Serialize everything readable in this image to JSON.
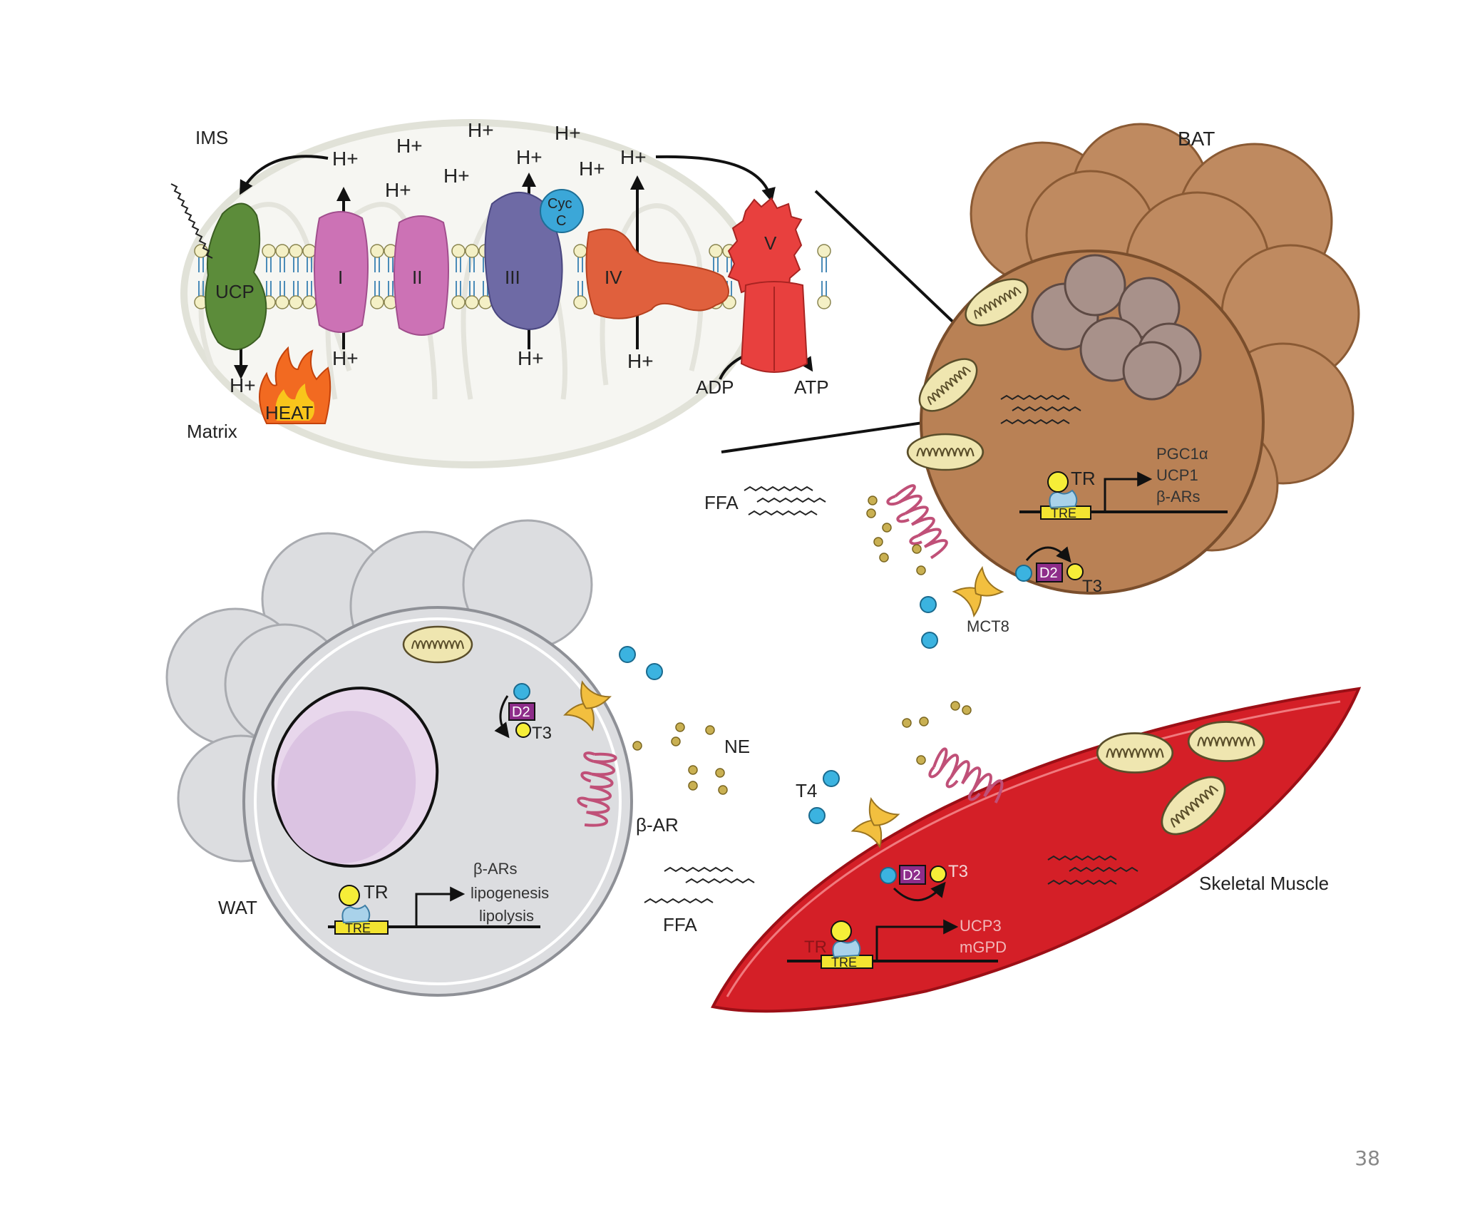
{
  "mito": {
    "ims": "IMS",
    "matrix": "Matrix",
    "h_plus": "H+",
    "ucp": "UCP",
    "complex_i": "I",
    "complex_ii": "II",
    "complex_iii": "III",
    "complex_iv": "IV",
    "complex_v": "V",
    "cyc": "Cyc",
    "cyc_c": "C",
    "heat": "HEAT",
    "adp": "ADP",
    "atp": "ATP"
  },
  "bat": {
    "title": "BAT",
    "ffa": "FFA",
    "tr": "TR",
    "tre": "TRE",
    "targets": [
      "PGC1α",
      "UCP1",
      "β-ARs"
    ],
    "d2": "D2",
    "t3": "T3",
    "mct8": "MCT8"
  },
  "wat": {
    "title": "WAT",
    "d2": "D2",
    "t3": "T3",
    "tr": "TR",
    "tre": "TRE",
    "targets": [
      "β-ARs",
      "lipogenesis",
      "lipolysis"
    ]
  },
  "middle": {
    "ne": "NE",
    "beta_ar": "β-AR",
    "ffa": "FFA",
    "t4": "T4"
  },
  "muscle": {
    "title": "Skeletal Muscle",
    "d2": "D2",
    "t3": "T3",
    "tr": "TR",
    "tre": "TRE",
    "targets": [
      "UCP3",
      "mGPD"
    ]
  },
  "page_number": "38",
  "colors": {
    "bat_fill": "#b98155",
    "wat_fill": "#dcdde0",
    "muscle_fill": "#d41f27",
    "ucp": "#5c8c3a",
    "complex_i_ii": "#cc72b5",
    "complex_iii": "#6e6aa5",
    "complex_iv": "#e0603d",
    "complex_v": "#e8403e",
    "d2": "#8e2d8a",
    "tre": "#f3e431"
  }
}
